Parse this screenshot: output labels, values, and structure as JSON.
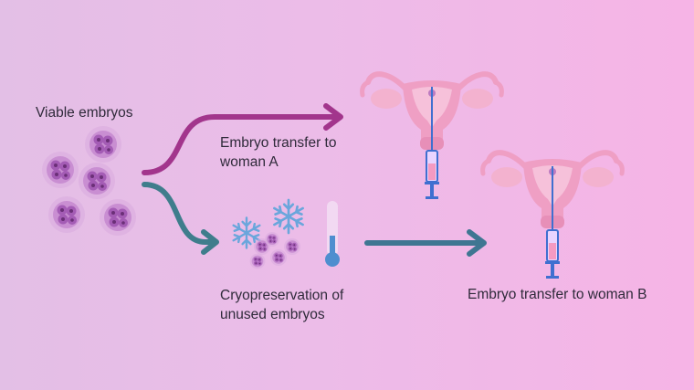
{
  "labels": {
    "viable_embryos": "Viable embryos",
    "transfer_a_line1": "Embryo transfer to",
    "transfer_a_line2": "woman A",
    "cryo_line1": "Cryopreservation of",
    "cryo_line2": "unused embryos",
    "transfer_b": "Embryo transfer to woman B"
  },
  "colors": {
    "arrow_to_woman_a": "#a2358c",
    "arrow_to_cryo": "#3f7d8c",
    "arrow_to_woman_b": "#3f7692",
    "embryo": "#b06fbf",
    "uterus": "#ef9fc4",
    "snowflake": "#6aa6dc",
    "syringe": "#3f6fd0"
  },
  "icons": [
    "embryo-cluster-icon",
    "uterus-icon",
    "syringe-icon",
    "snowflake-icon",
    "thermometer-icon"
  ]
}
